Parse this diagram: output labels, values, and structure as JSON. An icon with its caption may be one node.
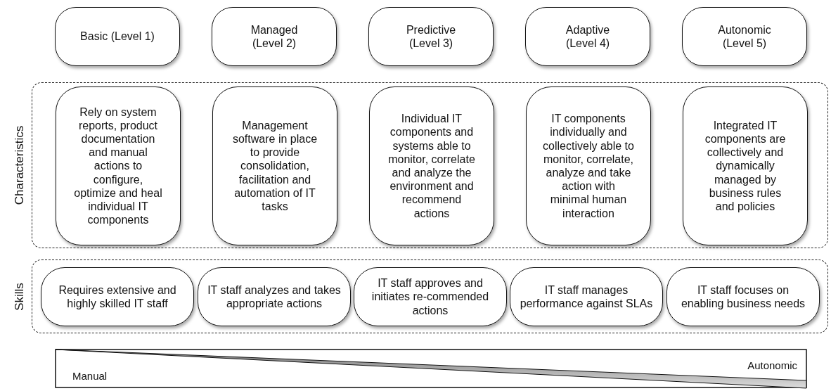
{
  "diagram": {
    "nodes": [
      {
        "text": [
          "Basic (Level 1)"
        ]
      },
      {
        "text": [
          "Managed (Level 2)"
        ]
      },
      {
        "text": [
          "Predictive (Level 3)"
        ]
      },
      {
        "text": [
          "Adaptive (Level 4)"
        ]
      },
      {
        "text": [
          "Autonomic (Level 5)"
        ]
      },
      {
        "text": [
          "Characteristics"
        ]
      },
      {
        "text": [
          "Rely on system reports, product documentation and manual actions to configure, optimize and heal individual IT components"
        ],
        "in": 5
      },
      {
        "text": [
          "Management software in place to provide consolidation, facilitation and automation of IT tasks"
        ],
        "in": 5
      },
      {
        "text": [
          "Individual IT components and systems able to monitor, correlate and analyze the environment and recommend actions"
        ],
        "in": 5
      },
      {
        "text": [
          "IT components individually and collectively able to monitor, correlate, analyze and take action with minimal human interaction"
        ],
        "in": 5
      },
      {
        "text": [
          "Integrated IT components are collectively and dynamically managed by business rules and policies"
        ],
        "in": 5
      },
      {
        "text": [
          "Skills"
        ]
      },
      {
        "text": [
          "Requires extensive and highly skilled IT staff"
        ],
        "in": 11
      },
      {
        "text": [
          "IT staff analyzes and takes appropriate actions"
        ],
        "in": 11
      },
      {
        "text": [
          "IT staff approves and initiates re-commended actions"
        ],
        "in": 11
      },
      {
        "text": [
          "IT staff manages performance against SLAs"
        ],
        "in": 11
      },
      {
        "text": [
          "IT staff focuses on enabling business needs"
        ],
        "in": 11
      },
      {
        "text": [
          "Manual",
          "Autonomic"
        ]
      }
    ],
    "edges": []
  }
}
